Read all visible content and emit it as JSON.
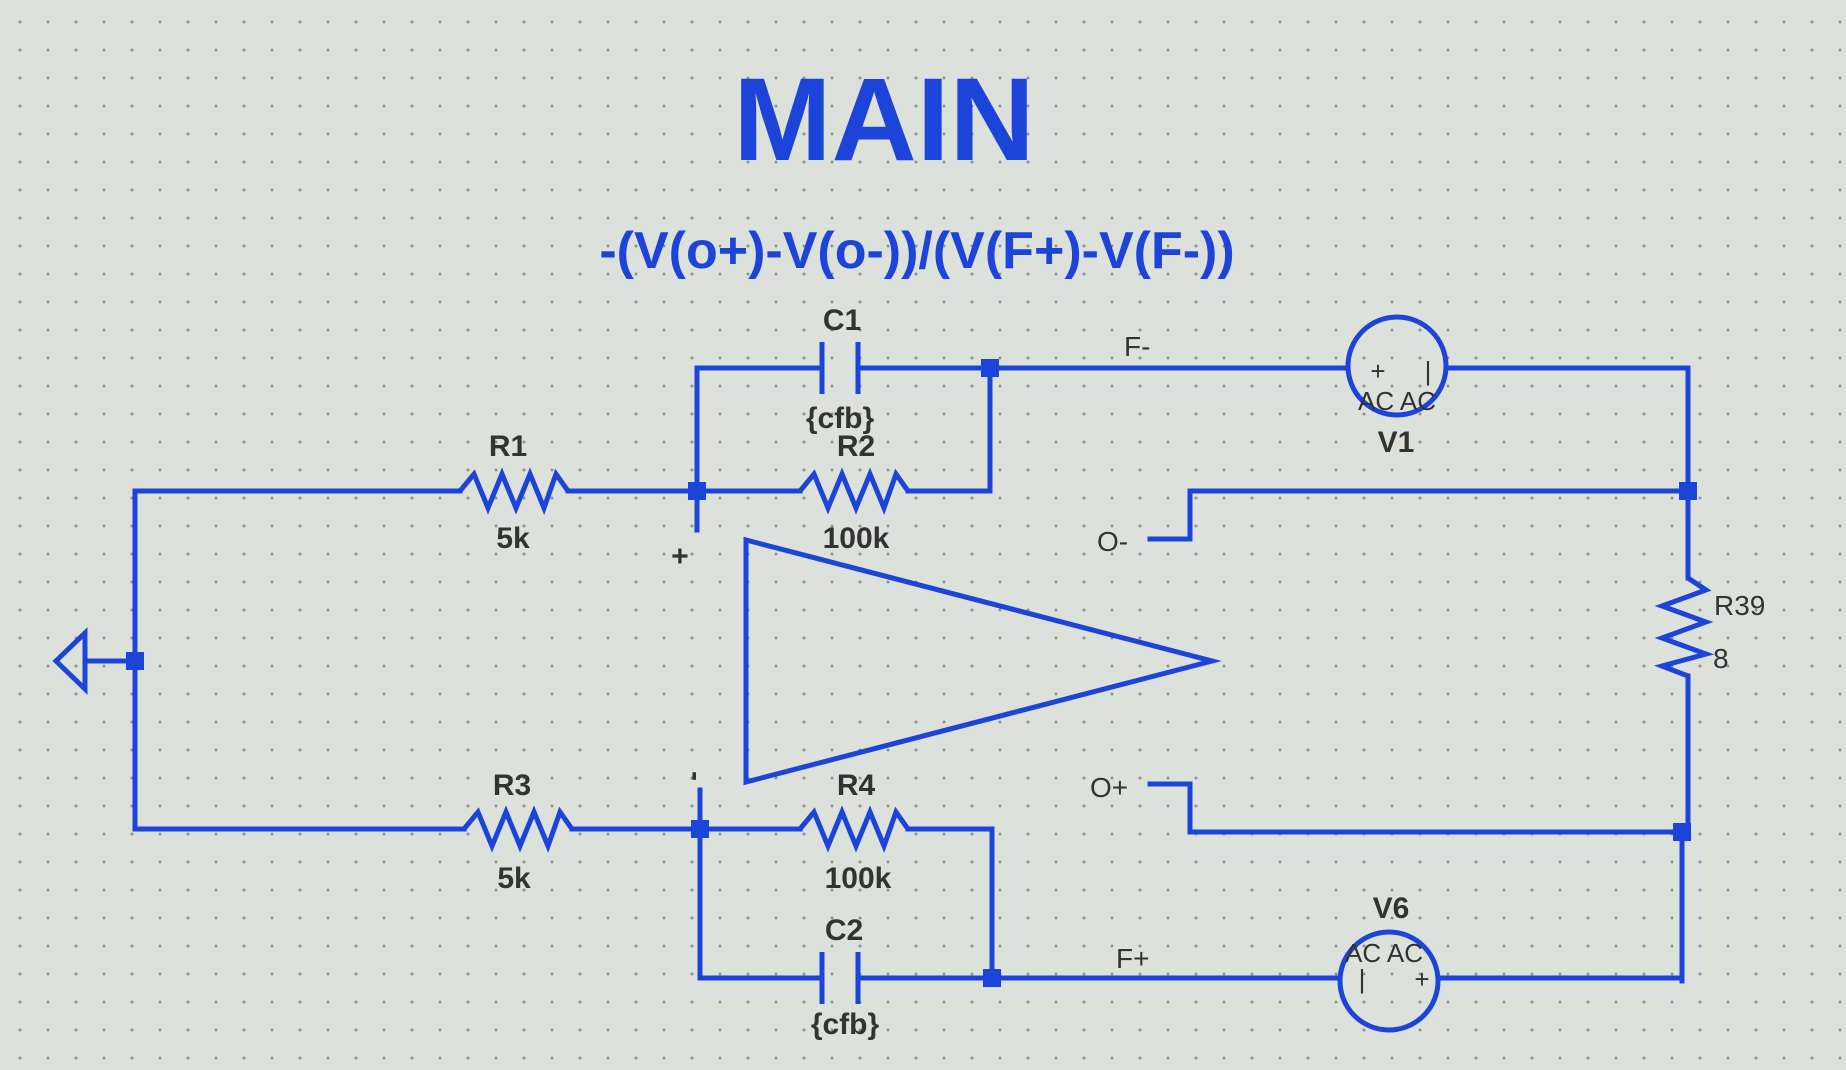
{
  "title": "MAIN",
  "expression": "-(V(o+)-V(o-))/(V(F+)-V(F-))",
  "components": {
    "C1": {
      "name": "C1",
      "value": "{cfb}"
    },
    "C2": {
      "name": "C2",
      "value": "{cfb}"
    },
    "R1": {
      "name": "R1",
      "value": "5k"
    },
    "R2": {
      "name": "R2",
      "value": "100k"
    },
    "R3": {
      "name": "R3",
      "value": "5k"
    },
    "R4": {
      "name": "R4",
      "value": "100k"
    },
    "R39": {
      "name": "R39",
      "value": "8"
    },
    "V1": {
      "name": "V1",
      "value": "AC AC"
    },
    "V6": {
      "name": "V6",
      "value": "AC AC"
    }
  },
  "nets": {
    "f_minus": "F-",
    "f_plus": "F+",
    "o_minus": "O-",
    "o_plus": "O+"
  },
  "opamp": {
    "plus_sign": "+",
    "minus_sign": "-"
  },
  "source_signs": {
    "v1_plus": "+",
    "v1_minus": "|",
    "v6_plus": "+",
    "v6_minus": "|"
  },
  "colors": {
    "wire": "#1d44d8",
    "background": "#dde1dc",
    "text": "#333333"
  }
}
